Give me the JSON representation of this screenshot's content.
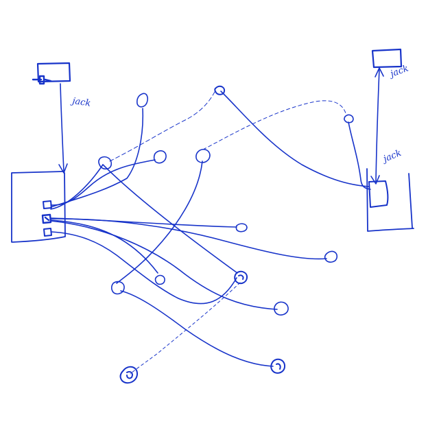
{
  "colors": {
    "ink": "#1733c9",
    "paper": "#ffffff"
  },
  "labels": {
    "jack_left": "jack",
    "jack_right_top": "jack",
    "jack_right_box": "jack"
  }
}
